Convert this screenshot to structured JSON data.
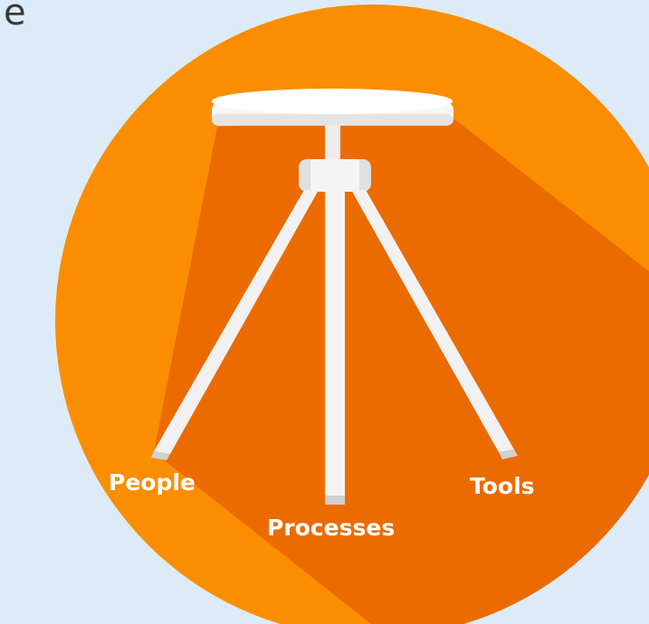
{
  "corner_text": "e",
  "labels": {
    "left_leg": "People",
    "center_leg": "Processes",
    "right_leg": "Tools"
  },
  "colors": {
    "background": "#dcebf7",
    "circle": "#fb8d00",
    "shadow": "#ec6b00",
    "stool": "#f2f2f2",
    "stool_shade": "#d8d8d8",
    "label_text": "#ffffff"
  },
  "icon": "tripod-stool"
}
